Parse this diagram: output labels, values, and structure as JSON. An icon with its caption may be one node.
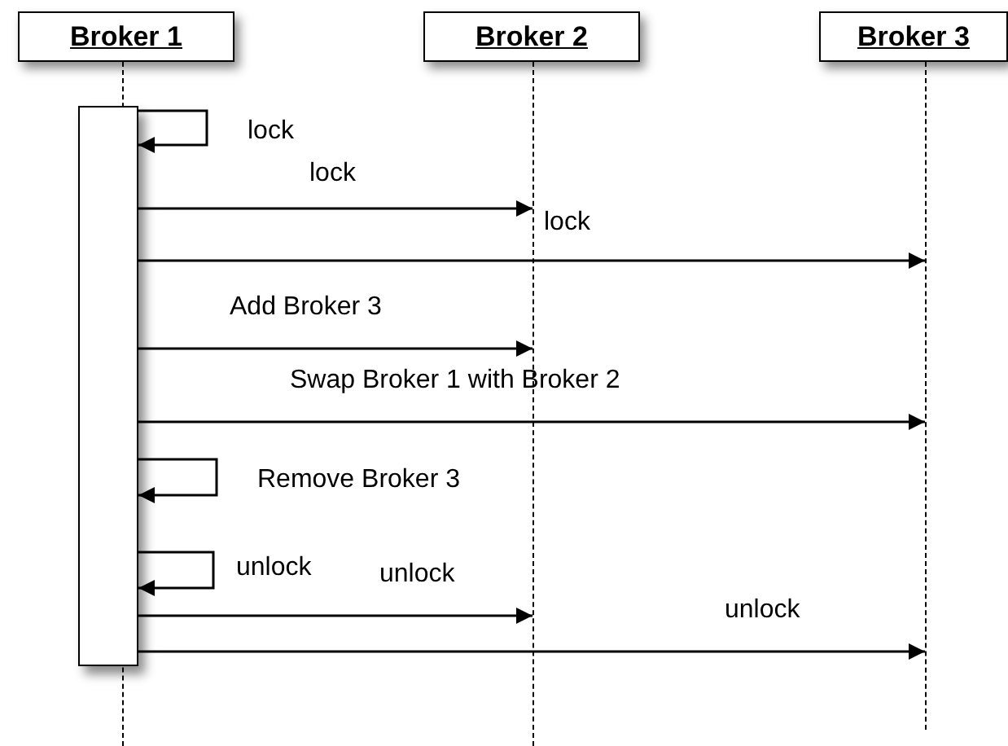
{
  "diagram": {
    "nodes": [
      {
        "text": [
          "Broker 1"
        ]
      },
      {
        "text": [
          "Broker 2"
        ]
      },
      {
        "text": [
          "Broker 3"
        ]
      },
      {
        "text": [],
        "shape": "line"
      },
      {
        "text": [],
        "shape": "bar"
      },
      {
        "text": [],
        "shape": "line"
      },
      {
        "text": [],
        "shape": "line"
      }
    ],
    "edges": [
      {
        "from": 4,
        "to": 4,
        "label": "lock",
        "arrow": "to"
      },
      {
        "from": 4,
        "to": 5,
        "label": "lock",
        "arrow": "to"
      },
      {
        "from": 4,
        "to": 6,
        "label": "lock",
        "arrow": "to"
      },
      {
        "from": 4,
        "to": 5,
        "label": "Add Broker 3",
        "arrow": "to"
      },
      {
        "from": 4,
        "to": 6,
        "label": "Swap Broker 1 with Broker 2",
        "arrow": "to"
      },
      {
        "from": 4,
        "to": 4,
        "label": "Remove Broker 3",
        "arrow": "to"
      },
      {
        "from": 4,
        "to": 4,
        "label": "unlock",
        "arrow": "to"
      },
      {
        "from": 4,
        "to": 5,
        "label": "unlock",
        "arrow": "to"
      },
      {
        "from": 4,
        "to": 6,
        "label": "unlock",
        "arrow": "to"
      }
    ]
  }
}
